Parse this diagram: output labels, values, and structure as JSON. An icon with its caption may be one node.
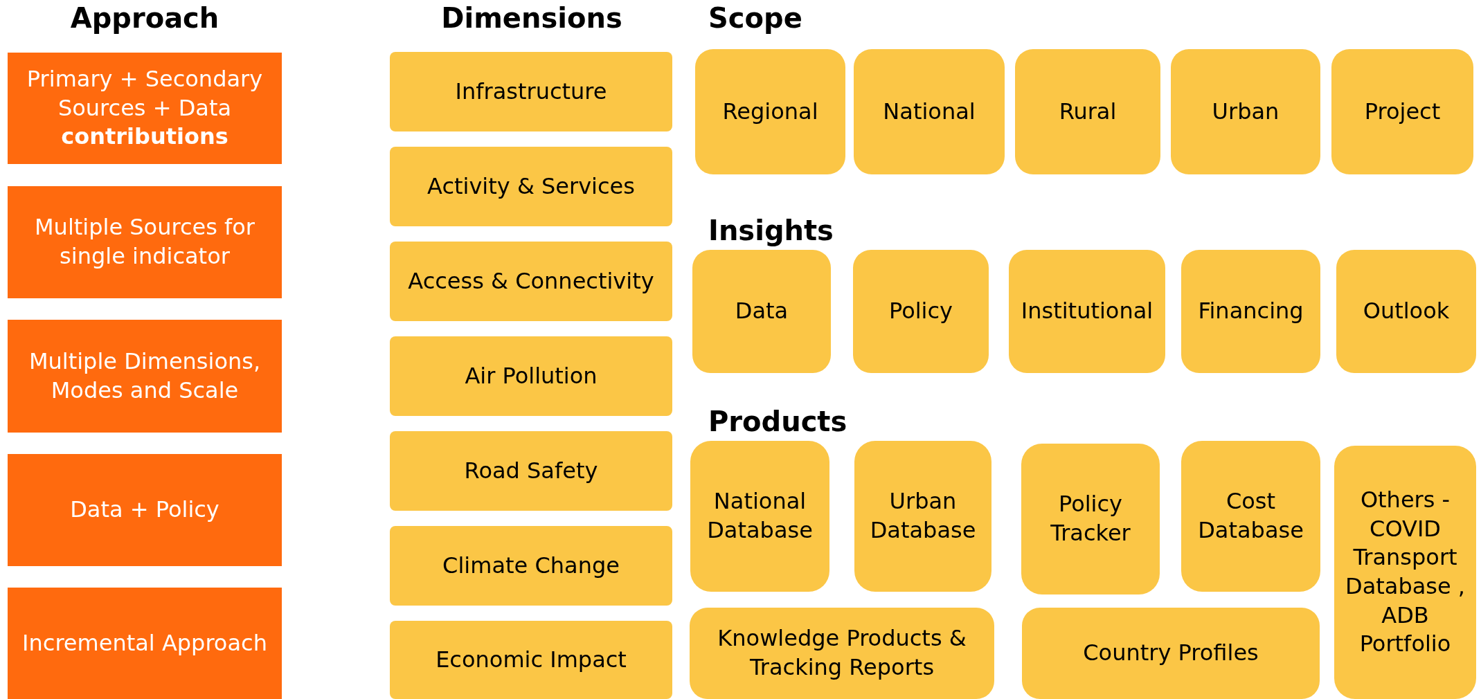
{
  "diagram": {
    "nodes": [
      {
        "text": [
          "Primary + Secondary Sources + Data **contributions**"
        ]
      },
      {
        "text": [
          "Multiple Sources for single indicator"
        ]
      },
      {
        "text": [
          "Multiple Dimensions, Modes and Scale"
        ]
      },
      {
        "text": [
          "Data + Policy"
        ]
      },
      {
        "text": [
          "Incremental Approach"
        ]
      },
      {
        "text": [
          "Infrastructure"
        ]
      },
      {
        "text": [
          "Activity & Services"
        ]
      },
      {
        "text": [
          "Access & Connectivity"
        ]
      },
      {
        "text": [
          "Air Pollution"
        ]
      },
      {
        "text": [
          "Road Safety"
        ]
      },
      {
        "text": [
          "Climate Change"
        ]
      },
      {
        "text": [
          "Economic Impact"
        ]
      },
      {
        "text": [
          "Regional"
        ]
      },
      {
        "text": [
          "National"
        ]
      },
      {
        "text": [
          "Rural"
        ]
      },
      {
        "text": [
          "Urban"
        ]
      },
      {
        "text": [
          "Project"
        ]
      },
      {
        "text": [
          "Data"
        ]
      },
      {
        "text": [
          "Policy"
        ]
      },
      {
        "text": [
          "Institutional"
        ]
      },
      {
        "text": [
          "Financing"
        ]
      },
      {
        "text": [
          "Outlook"
        ]
      },
      {
        "text": [
          "National Database"
        ]
      },
      {
        "text": [
          "Urban Database"
        ]
      },
      {
        "text": [
          "Policy Tracker"
        ]
      },
      {
        "text": [
          "Cost Database"
        ]
      },
      {
        "text": [
          "Others - COVID Transport Database , ADB Portfolio"
        ]
      },
      {
        "text": [
          "Knowledge Products & Tracking Reports"
        ]
      },
      {
        "text": [
          "Country Profiles"
        ]
      }
    ],
    "labels": [
      "Approach",
      "Dimensions",
      "Scope",
      "Insights",
      "Products"
    ]
  }
}
